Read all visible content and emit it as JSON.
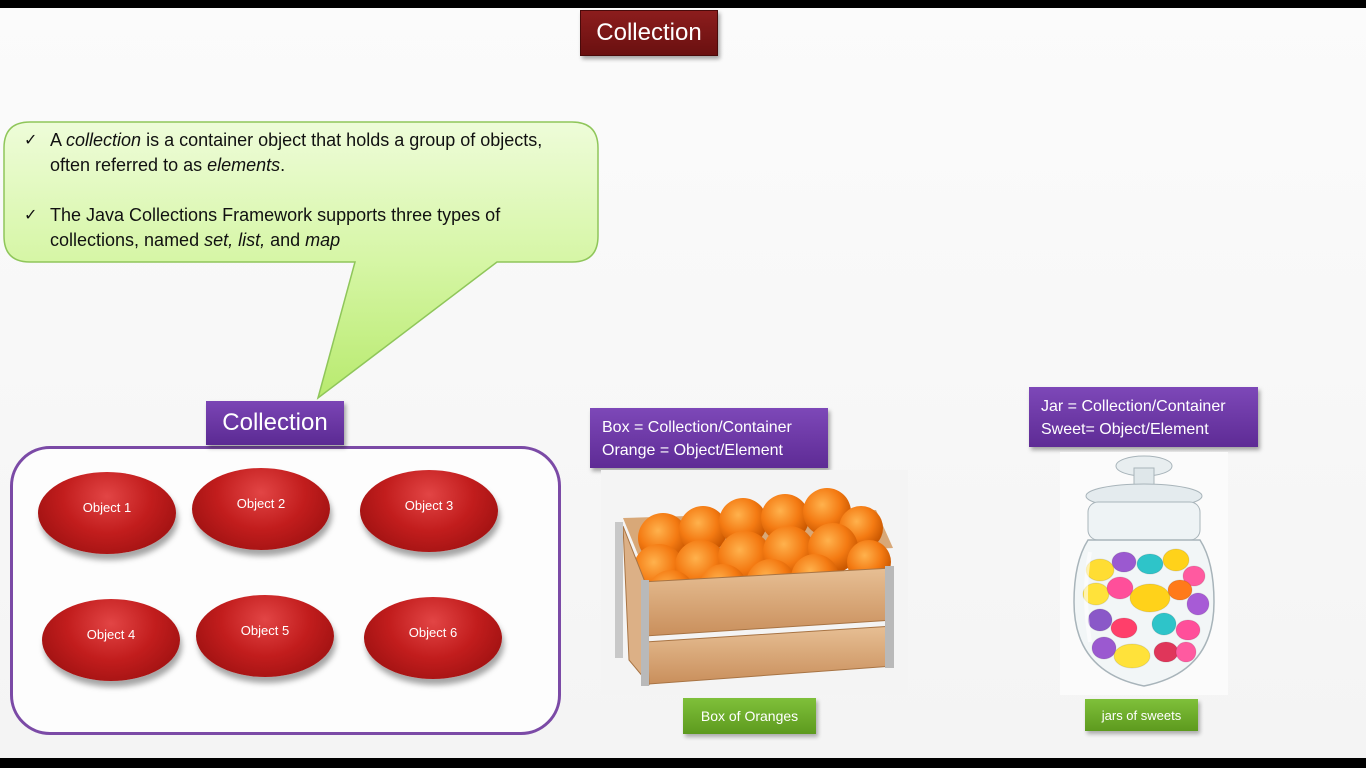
{
  "title": "Collection",
  "callout": {
    "bullets": [
      {
        "segments": [
          {
            "text": "A ",
            "italic": false
          },
          {
            "text": "collection",
            "italic": true
          },
          {
            "text": " is a container object that holds a group of objects, often referred to as ",
            "italic": false
          },
          {
            "text": "elements",
            "italic": true
          },
          {
            "text": ".",
            "italic": false
          }
        ]
      },
      {
        "segments": [
          {
            "text": "The Java Collections Framework supports three types of collections, named ",
            "italic": false
          },
          {
            "text": "set, list,",
            "italic": true
          },
          {
            "text": " and ",
            "italic": false
          },
          {
            "text": "map",
            "italic": true
          }
        ]
      }
    ],
    "check_icon": "checkmark-icon"
  },
  "collection_label": "Collection",
  "objects": [
    "Object 1",
    "Object 2",
    "Object 3",
    "Object 4",
    "Object 5",
    "Object 6"
  ],
  "oranges": {
    "line1": "Box = Collection/Container",
    "line2": "Orange = Object/Element",
    "caption": "Box of Oranges"
  },
  "jar": {
    "line1": "Jar = Collection/Container",
    "line2": "Sweet= Object/Element",
    "caption": "jars of sweets"
  },
  "colors": {
    "title_bg": "#7a1414",
    "purple": "#6a35a5",
    "green": "#6fae2c",
    "callout_fill": "#d8f7a8",
    "object_red": "#c21d1d"
  }
}
